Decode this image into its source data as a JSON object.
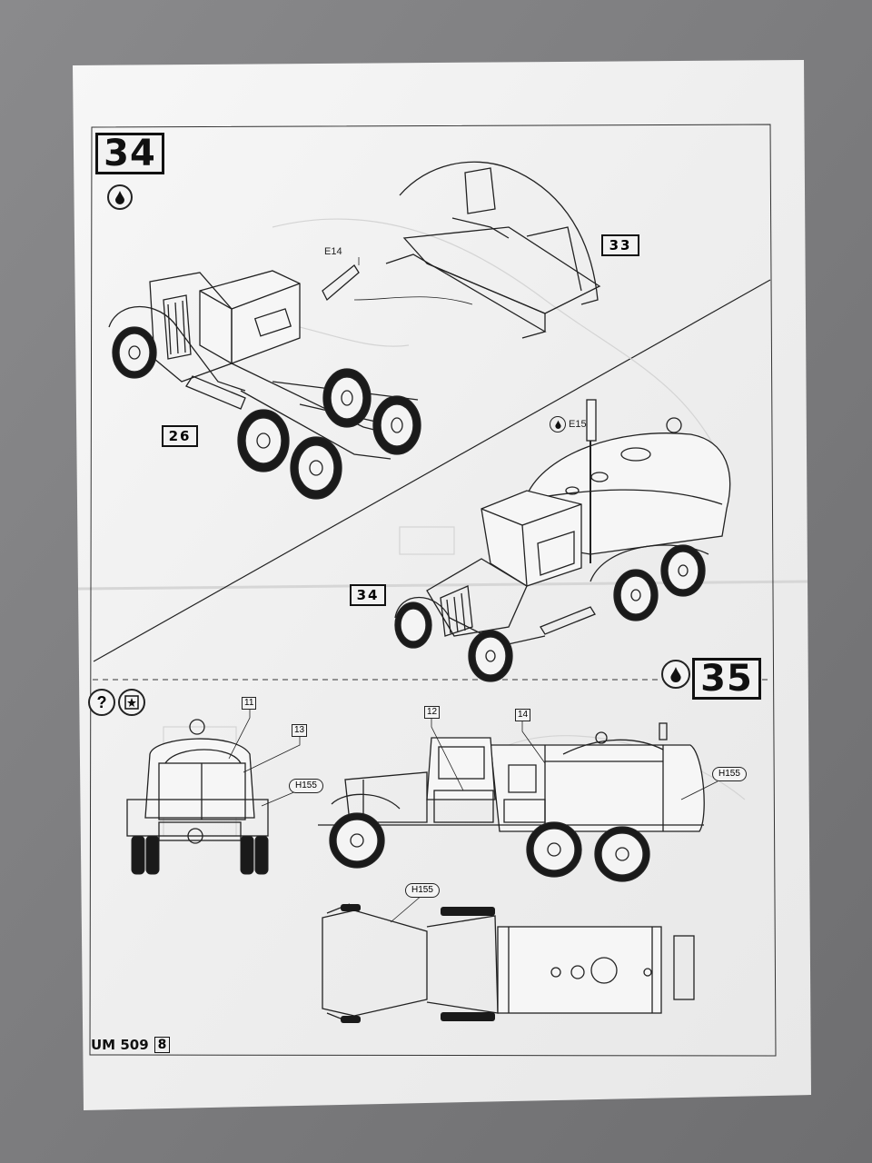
{
  "steps": {
    "step34": {
      "number": "34"
    },
    "step35": {
      "number": "35"
    }
  },
  "references": {
    "ref33": "33",
    "ref26": "26",
    "ref34": "34"
  },
  "parts": {
    "e14": "E14",
    "e15": "E15",
    "p11": "11",
    "p12": "12",
    "p13": "13",
    "p14": "14",
    "h155a": "H155",
    "h155b": "H155",
    "h155c": "H155"
  },
  "footer": {
    "code": "UM 509",
    "page": "8"
  },
  "icons": {
    "glue": "glue-drop-icon",
    "question": "?",
    "decal": "decal-star-icon"
  },
  "colors": {
    "paper": "#f2f2f2",
    "ink": "#111111",
    "background": "#7d7d7f"
  }
}
